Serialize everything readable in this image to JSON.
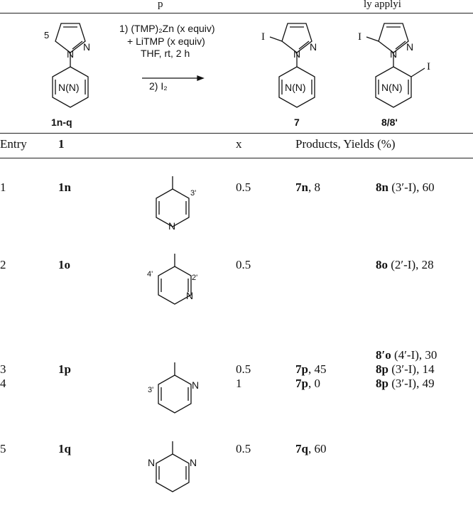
{
  "caption": "p",
  "caption_tail": "ly applyi",
  "scheme": {
    "start_label": "1n-q",
    "pos5": "5",
    "conditions_line1": "1) (TMP)₂Zn (x equiv)",
    "conditions_line2": "+ LiTMP (x equiv)",
    "conditions_line3": "THF, rt, 2 h",
    "conditions_line4": "2) I₂",
    "product7_label": "7",
    "product8_label": "8/8'",
    "ring_label": "N(N)",
    "iodo": "I",
    "n": "N"
  },
  "table": {
    "headers": [
      "Entry",
      "1",
      "x",
      "Products, Yields (%)"
    ],
    "rows": [
      {
        "entry": "1",
        "substrate": "1n",
        "x": "0.5",
        "p7": "7n",
        "p7_yield": ", 8",
        "p8": "8n",
        "p8_note": " (3′-I), 60",
        "ring_label_a": "3'",
        "ring_n": "N"
      },
      {
        "entry": "2",
        "substrate": "1o",
        "x": "0.5",
        "p8": "8o",
        "p8_note": " (2′-I), 28",
        "ring_label_a": "4'",
        "ring_label_b": "2'",
        "ring_n": "N"
      },
      {
        "extra_p8": "8′o",
        "extra_note": " (4′-I), 30"
      },
      {
        "entry": "3",
        "substrate": "1p",
        "x": "0.5",
        "p7": "7p",
        "p7_yield": ", 45",
        "p8": "8p",
        "p8_note": " (3′-I), 14",
        "ring_label_a": "3'",
        "ring_n": "N"
      },
      {
        "entry": "4",
        "x": "1",
        "p7": "7p",
        "p7_yield": ", 0",
        "p8": "8p",
        "p8_note": " (3′-I), 49"
      },
      {
        "entry": "5",
        "substrate": "1q",
        "x": "0.5",
        "p7": "7q",
        "p7_yield": ", 60",
        "ring_n1": "N",
        "ring_n2": "N"
      }
    ]
  }
}
